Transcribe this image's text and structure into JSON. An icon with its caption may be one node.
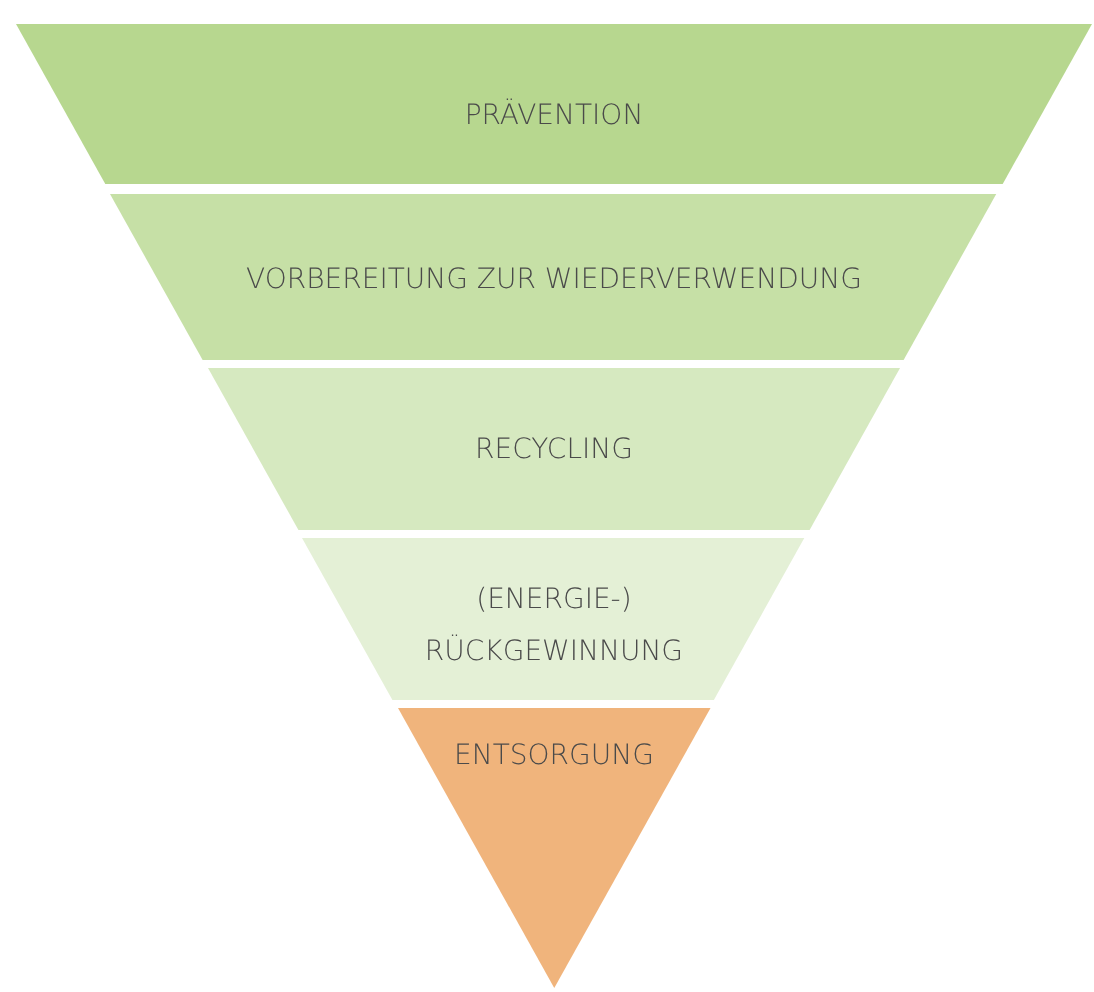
{
  "diagram": {
    "nodes": [
      {
        "text": [
          "PRÄVENTION"
        ]
      },
      {
        "text": [
          "VORBEREITUNG ZUR WIEDERVERWENDUNG"
        ]
      },
      {
        "text": [
          "RECYCLING"
        ]
      },
      {
        "text": [
          "(ENERGIE-) RÜCKGEWINNUNG"
        ]
      },
      {
        "text": [
          "ENTSORGUNG"
        ]
      }
    ]
  }
}
